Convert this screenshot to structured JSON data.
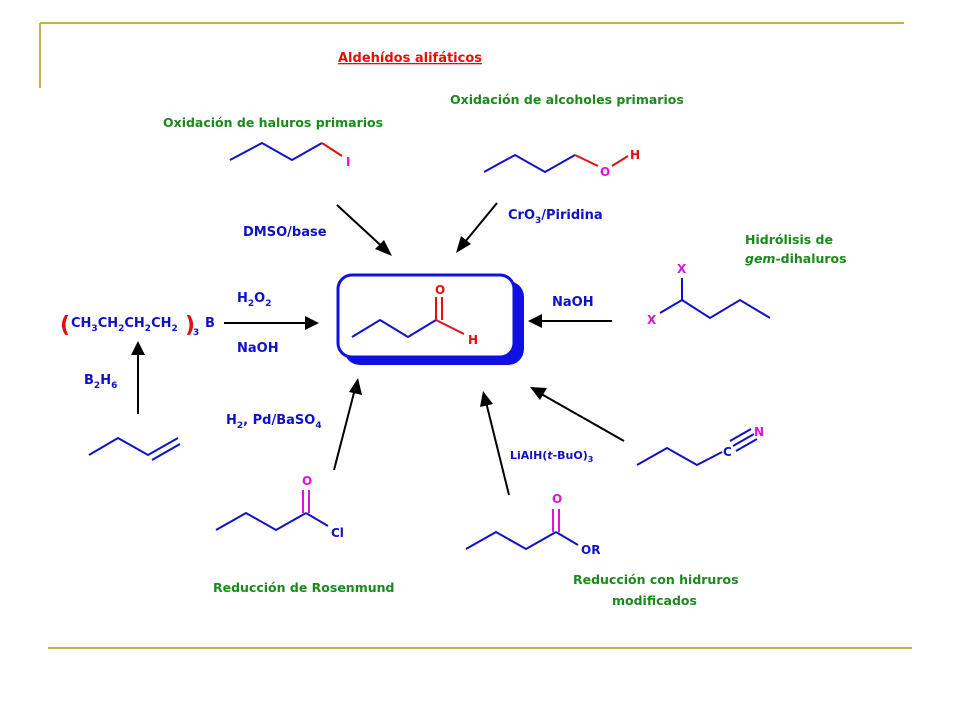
{
  "title": "Aldehídos alifáticos",
  "routes": {
    "halides": "Oxidación de haluros primarios",
    "alcohols": "Oxidación de alcoholes primarios",
    "gem_1": "Hidrólisis de",
    "gem_2_italic": "gem",
    "gem_2_rest": "-dihaluros",
    "rosenmund": "Reducción de Rosenmund",
    "hydrides_1": "Reducción con hidruros",
    "hydrides_2": "modificados"
  },
  "reagents": {
    "dmso": "DMSO/base",
    "cro3_a": "CrO",
    "cro3_sub": "3",
    "cro3_b": "/Piridina",
    "naoh_right": "NaOH",
    "h2o2_a": "H",
    "h2o2_sub": "2",
    "h2o2_b": "O",
    "h2o2_sub2": "2",
    "naoh_left": "NaOH",
    "b2h6_a": "B",
    "b2h6_sub": "2",
    "b2h6_b": "H",
    "b2h6_sub2": "6",
    "rosen_a": "H",
    "rosen_sub": "2",
    "rosen_b": ", Pd/BaSO",
    "rosen_sub2": "4",
    "lialh_a": "LiAlH(",
    "lialh_t": "t",
    "lialh_b": "-BuO)",
    "lialh_sub": "3"
  },
  "borane": {
    "paren_open": "(",
    "ch": "CH",
    "sub3": "3",
    "ch2": "CH",
    "sub2": "2",
    "paren_close": ")",
    "sub_outer": "3",
    "boron": "B"
  },
  "atoms": {
    "iodine": "I",
    "oxygen": "O",
    "hydrogen": "H",
    "x": "X",
    "carbon": "C",
    "nitrogen": "N",
    "chlorine": "Cl",
    "or": "OR"
  },
  "colors": {
    "title": "#e01010",
    "route_labels": "#1a8a1a",
    "reagents": "#1010c8",
    "bonds": "#1010c8",
    "heteroatom_red": "#e01010",
    "heteroatom_magenta": "#e010e0",
    "slide_rules": "#c8b050"
  }
}
